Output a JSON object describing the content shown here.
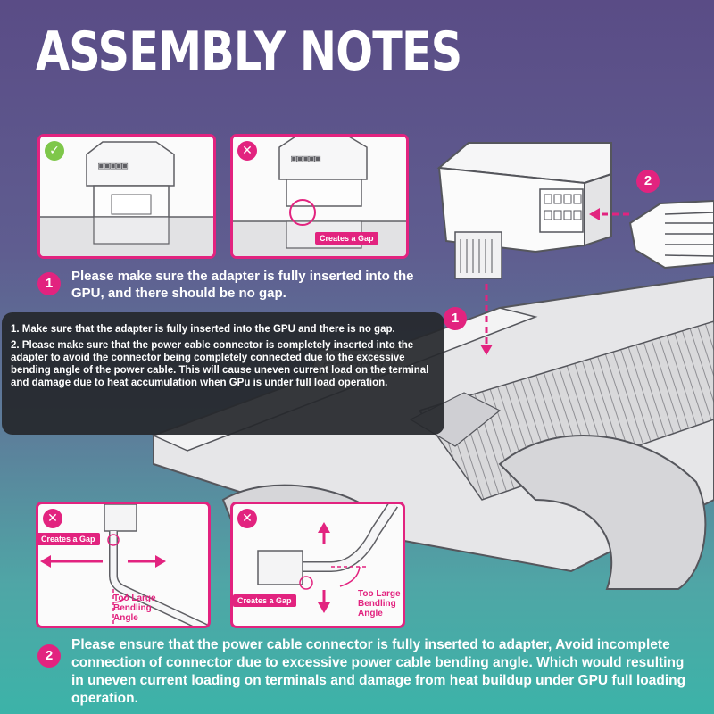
{
  "title": "ASSEMBLY NOTES",
  "colors": {
    "accent": "#e2237f",
    "ok": "#7ec74a",
    "panel_border": "#e2237f"
  },
  "panels": {
    "top_left": {
      "status_icon": "check-icon"
    },
    "top_right": {
      "status_icon": "cross-icon",
      "tag": "Creates a Gap"
    },
    "bottom_left": {
      "status_icon": "cross-icon",
      "tag": "Creates a Gap",
      "bend_label": "Too Large\nBendling\nAngle"
    },
    "bottom_right": {
      "status_icon": "cross-icon",
      "tag": "Creates a Gap",
      "bend_label": "Too Large\nBendling\nAngle"
    }
  },
  "step1": {
    "number": "1",
    "text": "Please make sure the adapter is fully inserted into the GPU, and there should be no gap."
  },
  "step2": {
    "number": "2",
    "text": "Please ensure that the power cable connector is fully inserted to adapter, Avoid incomplete connection of connector due to excessive power cable bending angle. Which would resulting in uneven current loading on terminals and damage from heat buildup under GPU full loading operation."
  },
  "diagram": {
    "label_1": "1",
    "label_2": "2"
  },
  "infobox": {
    "line1": "1. Make sure that the adapter is fully inserted into the GPU and there is no gap.",
    "line2": "2. Please make sure that the power cable connector is completely inserted into the adapter to avoid the connector being completely connected due to the excessive bending angle of the power cable. This will cause uneven current load on the terminal and damage due to heat accumulation when GPu is under full load operation."
  }
}
